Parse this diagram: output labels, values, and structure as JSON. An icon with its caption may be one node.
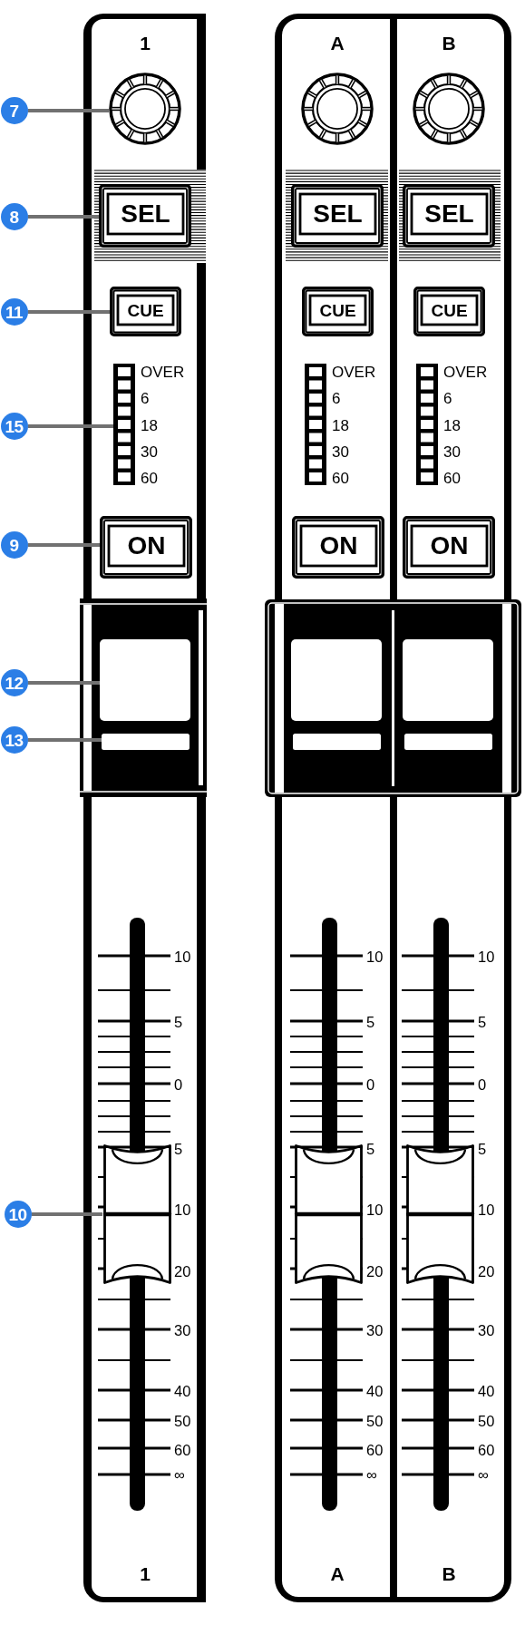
{
  "diagram": {
    "nodes": [
      {
        "text": [
          "1",
          "1"
        ]
      },
      {
        "text": [
          "A",
          "A"
        ]
      },
      {
        "text": [
          "B",
          "B"
        ]
      },
      {
        "text": [
          "7"
        ]
      },
      {
        "text": [],
        "shape": "circle",
        "in": 0
      },
      {
        "text": [],
        "shape": "circle",
        "in": 1
      },
      {
        "text": [],
        "shape": "circle",
        "in": 2
      },
      {
        "text": [
          "8"
        ]
      },
      {
        "text": [
          "SEL"
        ],
        "in": 0
      },
      {
        "text": [
          "SEL"
        ],
        "in": 1
      },
      {
        "text": [
          "SEL"
        ],
        "in": 2
      },
      {
        "text": [
          "11"
        ]
      },
      {
        "text": [
          "CUE"
        ],
        "in": 0
      },
      {
        "text": [
          "CUE"
        ],
        "in": 1
      },
      {
        "text": [
          "CUE"
        ],
        "in": 2
      },
      {
        "text": [
          "15"
        ]
      },
      {
        "text": [],
        "shape": "bar",
        "in": 0,
        "beside": [
          "OVER",
          "6",
          "18",
          "30",
          "60"
        ]
      },
      {
        "text": [],
        "shape": "bar",
        "in": 1,
        "beside": [
          "OVER",
          "6",
          "18",
          "30",
          "60"
        ]
      },
      {
        "text": [],
        "shape": "bar",
        "in": 2,
        "beside": [
          "OVER",
          "6",
          "18",
          "30",
          "60"
        ]
      },
      {
        "text": [
          "9"
        ]
      },
      {
        "text": [
          "ON"
        ],
        "in": 0
      },
      {
        "text": [
          "ON"
        ],
        "in": 1
      },
      {
        "text": [
          "ON"
        ],
        "in": 2
      },
      {
        "text": [
          "12"
        ]
      },
      {
        "text": [],
        "shape": "box",
        "in": 0
      },
      {
        "text": [],
        "shape": "box",
        "in": 1
      },
      {
        "text": [],
        "shape": "box",
        "in": 2
      },
      {
        "text": [
          "13"
        ]
      },
      {
        "text": [],
        "shape": "bar",
        "in": 0
      },
      {
        "text": [],
        "shape": "bar",
        "in": 1
      },
      {
        "text": [],
        "shape": "bar",
        "in": 2
      },
      {
        "text": [
          "10"
        ]
      },
      {
        "text": [],
        "shape": "box",
        "in": 0
      },
      {
        "text": [],
        "shape": "box",
        "in": 1
      },
      {
        "text": [],
        "shape": "box",
        "in": 2
      }
    ],
    "edges": [
      {
        "from": 3,
        "to": 4,
        "arrow": "none"
      },
      {
        "from": 7,
        "to": 8,
        "arrow": "none"
      },
      {
        "from": 11,
        "to": 12,
        "arrow": "none"
      },
      {
        "from": 15,
        "to": 16,
        "arrow": "none"
      },
      {
        "from": 19,
        "to": 20,
        "arrow": "none"
      },
      {
        "from": 23,
        "to": 24,
        "arrow": "none"
      },
      {
        "from": 27,
        "to": 28,
        "arrow": "none"
      },
      {
        "from": 31,
        "to": 32,
        "arrow": "none"
      }
    ],
    "labels": [
      "10",
      "10",
      "10",
      "5",
      "5",
      "5",
      "0",
      "0",
      "0",
      "5",
      "5",
      "5",
      "10",
      "10",
      "10",
      "20",
      "20",
      "20",
      "30",
      "30",
      "30",
      "40",
      "40",
      "40",
      "50",
      "50",
      "50",
      "60",
      "60",
      "60",
      "∞",
      "∞",
      "∞"
    ]
  }
}
